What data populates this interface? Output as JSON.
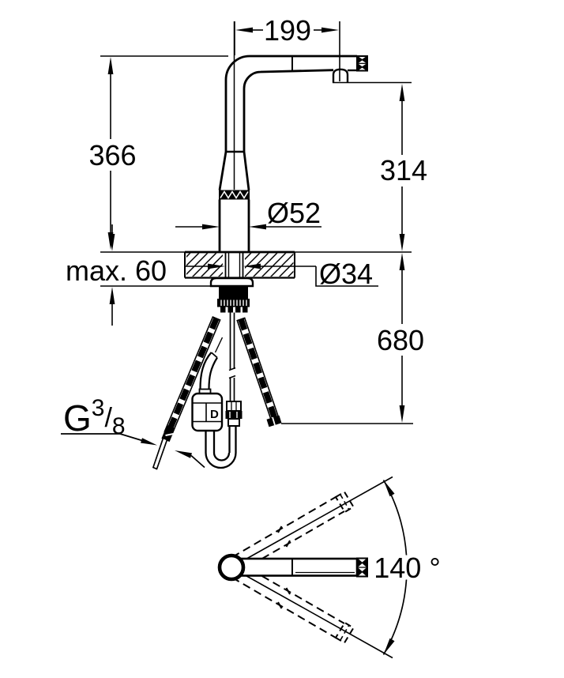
{
  "drawing": {
    "kind": "faucet technical dimension drawing",
    "units": "mm",
    "line_color": "#000000",
    "background_color": "#ffffff",
    "labels": {
      "dim_spout_reach": "199",
      "dim_overall_height": "366",
      "dim_spout_height": "314",
      "dim_body_diameter": "Ø52",
      "dim_hole_diameter": "Ø34",
      "dim_max_mounting_thickness": "max. 60",
      "dim_hose_length": "680",
      "dim_swivel_angle": "140 °",
      "thread": {
        "g": "G",
        "num": "3",
        "slash": "/",
        "den": "8"
      },
      "weight_mark": "D"
    }
  }
}
